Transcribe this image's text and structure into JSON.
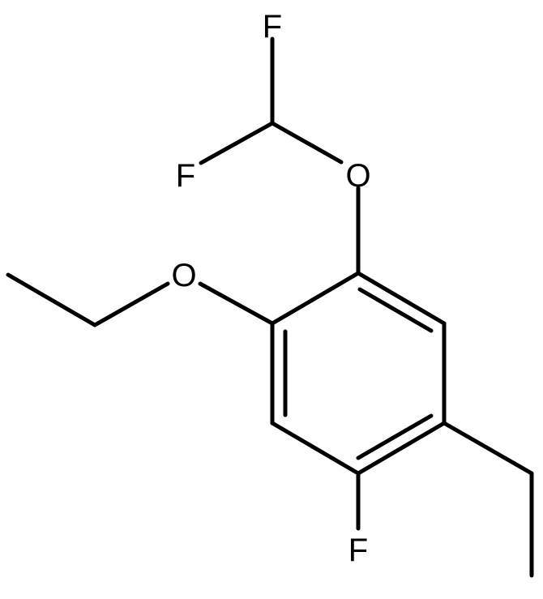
{
  "molecule": {
    "atoms": {
      "f_top": "F",
      "f_left": "F",
      "o_upper": "O",
      "o_ethoxy": "O",
      "f_bottom": "F"
    }
  },
  "colors": {
    "bond": "#000000",
    "label": "#000000",
    "background": "#ffffff"
  }
}
